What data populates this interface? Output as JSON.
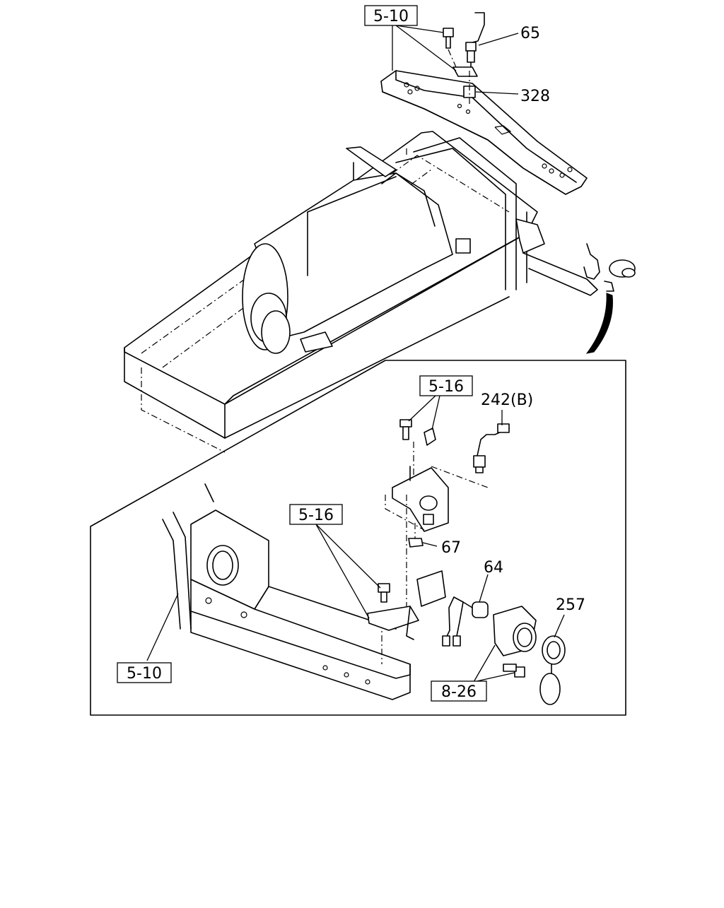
{
  "labels": {
    "ref_5_10_top": "5-10",
    "part_65": "65",
    "part_328": "328",
    "ref_5_16_upper": "5-16",
    "part_242b": "242(B)",
    "ref_5_16_lower": "5-16",
    "part_67": "67",
    "part_64": "64",
    "part_257": "257",
    "ref_5_10_bottom": "5-10",
    "ref_8_26": "8-26"
  }
}
